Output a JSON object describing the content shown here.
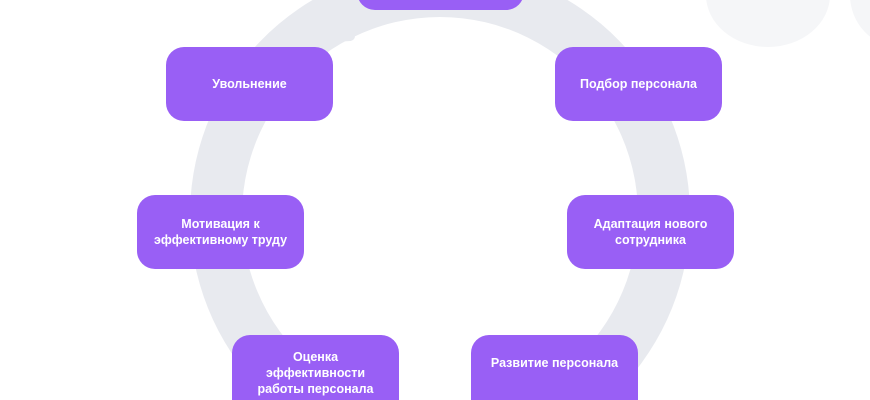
{
  "diagram": {
    "title": "HR cycle",
    "colors": {
      "box": "#995ff5",
      "ring": "#e8eaef",
      "text": "#ffffff"
    },
    "steps": [
      {
        "label": ""
      },
      {
        "label": "Подбор персонала"
      },
      {
        "label": "Адаптация нового сотрудника"
      },
      {
        "label": "Развитие персонала"
      },
      {
        "label": "Оценка эффективности работы персонала"
      },
      {
        "label": "Мотивация к эффективному труду"
      },
      {
        "label": "Увольнение"
      }
    ]
  }
}
